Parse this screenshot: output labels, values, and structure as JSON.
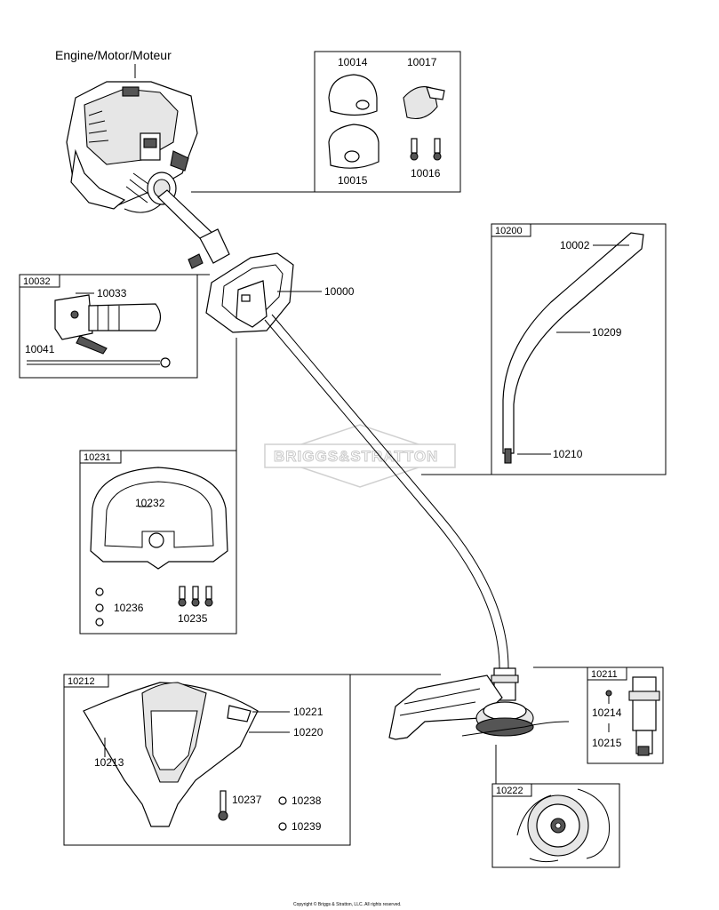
{
  "title": "Engine/Motor/Moteur",
  "watermark": "BRIGGS&STRATTON",
  "copyright": "Copyright © Briggs & Stratton, LLC. All rights reserved.",
  "main_part_labels": {
    "p10000": "10000"
  },
  "boxes": {
    "clamp_box": {
      "labels": [
        "10014",
        "10017",
        "10015",
        "10016"
      ]
    },
    "box_10032": {
      "number": "10032",
      "labels": [
        "10033",
        "10041"
      ]
    },
    "box_10200": {
      "number": "10200",
      "labels": [
        "10002",
        "10209",
        "10210"
      ]
    },
    "box_10231": {
      "number": "10231",
      "labels": [
        "10232",
        "10236",
        "10235"
      ]
    },
    "box_10212": {
      "number": "10212",
      "labels": [
        "10221",
        "10220",
        "10213",
        "10237",
        "10238",
        "10239"
      ]
    },
    "box_10211": {
      "number": "10211",
      "labels": [
        "10214",
        "10215"
      ]
    },
    "box_10222": {
      "number": "10222"
    }
  }
}
